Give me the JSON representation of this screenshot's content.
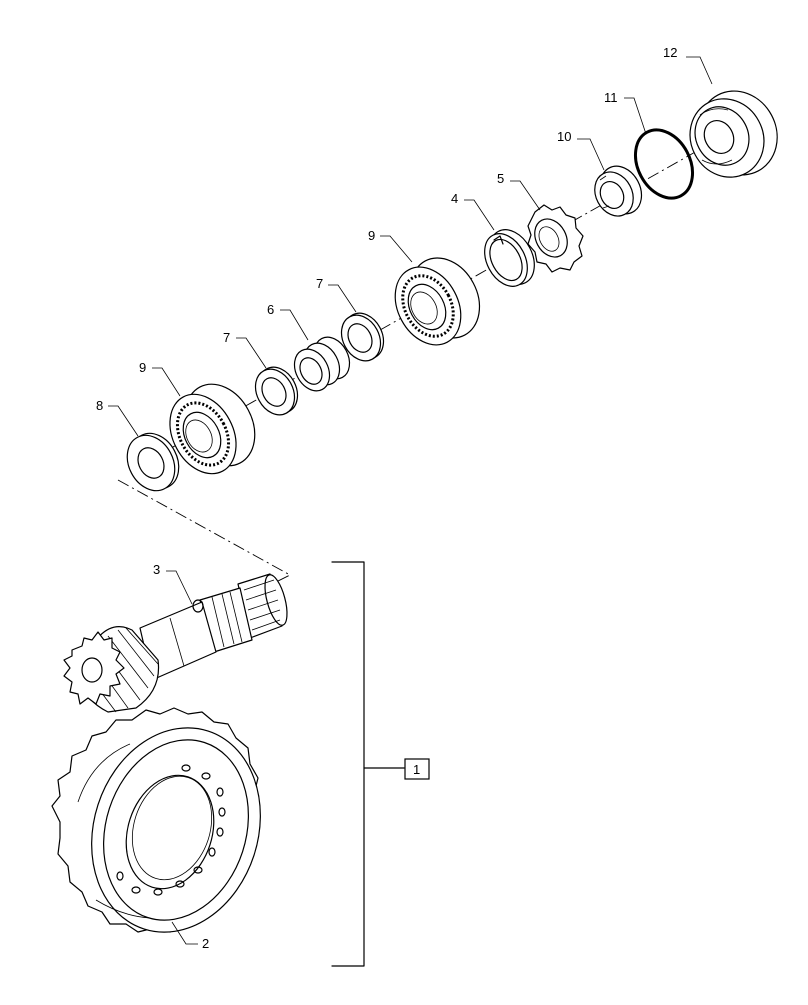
{
  "callouts": {
    "part_1": "1",
    "part_2": "2",
    "part_3": "3",
    "part_4": "4",
    "part_5": "5",
    "part_6": "6",
    "part_7a": "7",
    "part_7b": "7",
    "part_8": "8",
    "part_9a": "9",
    "part_9b": "9",
    "part_10": "10",
    "part_11": "11",
    "part_12": "12"
  }
}
